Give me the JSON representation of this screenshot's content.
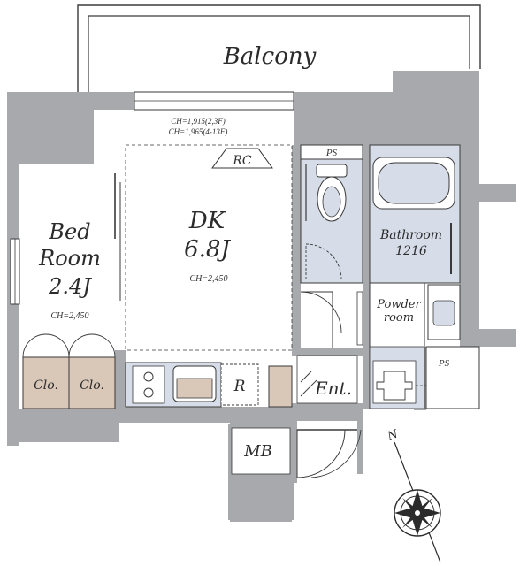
{
  "rooms": {
    "balcony": "Balcony",
    "dk_name": "DK",
    "dk_size": "6.8J",
    "dk_ch": "CH=2,450",
    "ch_top_1": "CH=1,915(2,3F)",
    "ch_top_2": "CH=1,965(4-13F)",
    "rc": "RC",
    "bed_line1": "Bed",
    "bed_line2": "Room",
    "bed_size": "2.4J",
    "bed_ch": "CH=2,450",
    "clo_1": "Clo.",
    "clo_2": "Clo.",
    "bathroom": "Bathroom",
    "bath_size": "1216",
    "powder_line1": "Powder",
    "powder_line2": "room",
    "ps_top": "PS",
    "ps_right": "PS",
    "refrigerator": "R",
    "entrance": "Ent.",
    "mb": "MB"
  },
  "compass": {
    "north_label": "N"
  },
  "colors": {
    "wall": "#a7a9ac",
    "wet_area": "#d7dde8",
    "closet": "#d9c7b8",
    "line": "#3a3a3a"
  }
}
